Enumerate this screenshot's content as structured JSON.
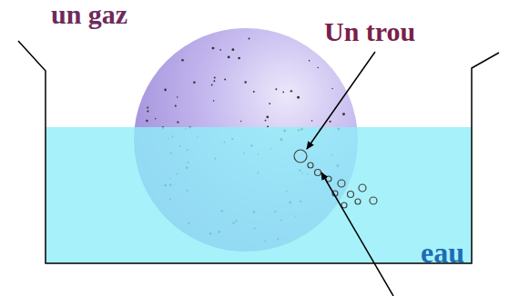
{
  "diagram": {
    "labels": [
      "un gaz",
      "Un trou",
      "eau"
    ]
  }
}
